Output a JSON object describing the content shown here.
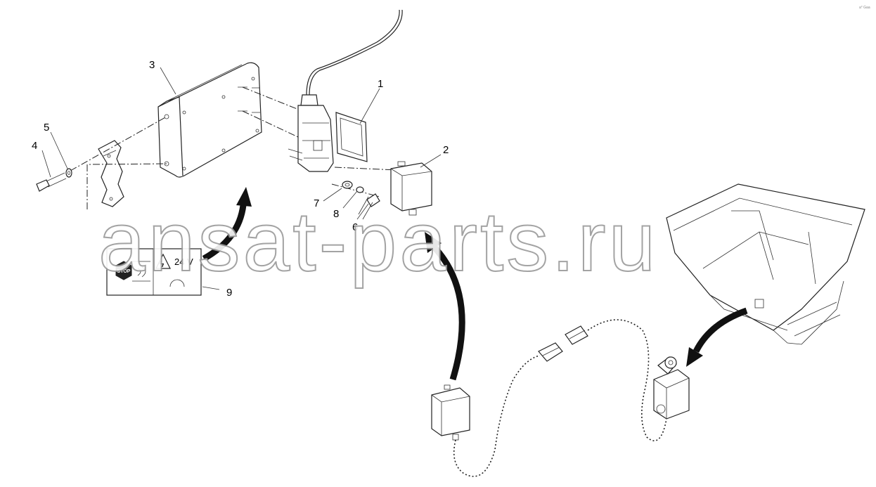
{
  "labels": {
    "part1": "1",
    "part2": "2",
    "part3": "3",
    "part4": "4",
    "part5": "5",
    "part6": "6",
    "part7": "7",
    "part8": "8",
    "part9": "9"
  },
  "decal": {
    "voltage": "24 V",
    "stop": "STOP"
  },
  "watermark": "ansat-parts.ru",
  "corner_mark": "a° Gaa"
}
